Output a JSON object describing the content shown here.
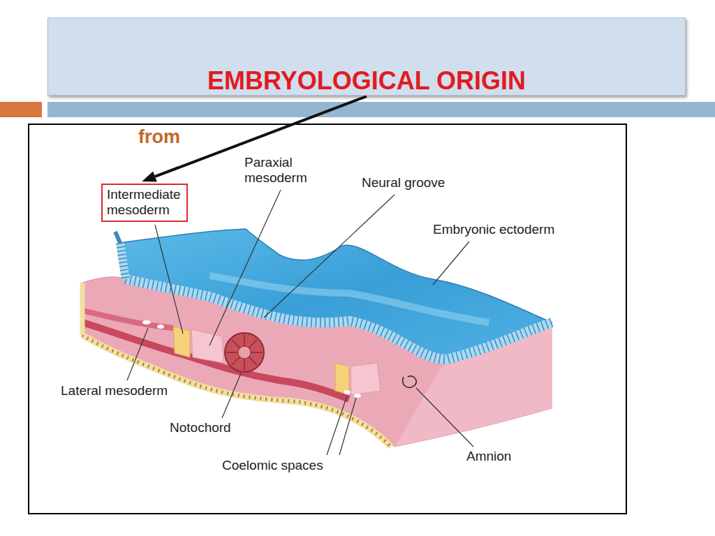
{
  "diagram": {
    "nodes": [
      {
        "text": [
          "EMBRYOLOGICAL ORIGIN"
        ]
      },
      {
        "text": [
          "Intermediate mesoderm"
        ]
      }
    ],
    "edges": [
      {
        "from": 0,
        "to": 1,
        "arrow": "to"
      }
    ],
    "labels": [
      "from",
      "Paraxial mesoderm",
      "Neural groove",
      "Embryonic ectoderm",
      "Lateral mesoderm",
      "Notochord",
      "Coelomic spaces",
      "Amnion"
    ]
  }
}
